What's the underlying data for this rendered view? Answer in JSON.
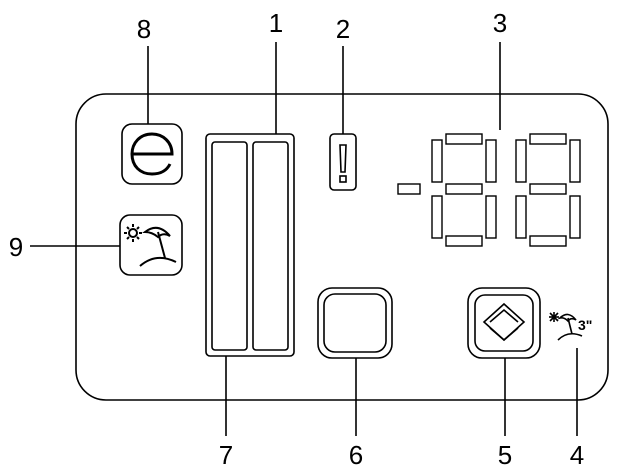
{
  "callouts": {
    "c1": "1",
    "c2": "2",
    "c3": "3",
    "c4": "4",
    "c5": "5",
    "c6": "6",
    "c7": "7",
    "c8": "8",
    "c9": "9"
  },
  "display": {
    "minus_sign": "-"
  },
  "icons": {
    "eco_button": "e-letter-icon",
    "alarm_indicator": "exclamation-icon",
    "holiday_button": "beach-umbrella-icon",
    "holiday_3_indicator": "beach-umbrella-3-icon",
    "up_down_button": "chevron-up-down-icon"
  },
  "indicator_text": {
    "holiday_3_suffix": "3\""
  }
}
